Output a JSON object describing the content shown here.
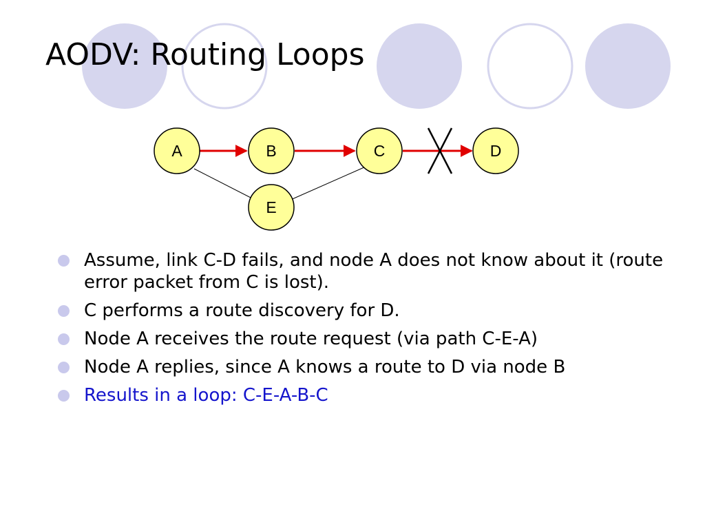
{
  "slide": {
    "title": "AODV: Routing Loops"
  },
  "diagram": {
    "nodes": [
      {
        "id": "A",
        "label": "A"
      },
      {
        "id": "B",
        "label": "B"
      },
      {
        "id": "C",
        "label": "C"
      },
      {
        "id": "D",
        "label": "D"
      },
      {
        "id": "E",
        "label": "E"
      }
    ],
    "edges": [
      {
        "from": "A",
        "to": "B",
        "kind": "route",
        "color": "#e00000"
      },
      {
        "from": "B",
        "to": "C",
        "kind": "route",
        "color": "#e00000"
      },
      {
        "from": "C",
        "to": "D",
        "kind": "route-broken",
        "color": "#e00000"
      },
      {
        "from": "A",
        "to": "E",
        "kind": "link",
        "color": "#000000"
      },
      {
        "from": "C",
        "to": "E",
        "kind": "link",
        "color": "#000000"
      }
    ],
    "broken_link_marker": "X",
    "node_fill": "#ffff99"
  },
  "bullets": [
    {
      "text": "Assume, link C-D fails, and node A does not know about it (route error packet from C is lost).",
      "highlight": false
    },
    {
      "text": "C performs a route discovery for D.",
      "highlight": false
    },
    {
      "text": "Node A receives the route request (via path C-E-A)",
      "highlight": false
    },
    {
      "text": "Node A replies, since A knows a route to D via node B",
      "highlight": false
    },
    {
      "text": "Results in a loop: C-E-A-B-C",
      "highlight": true
    }
  ],
  "colors": {
    "decor_fill": "#d6d6ee",
    "decor_stroke": "#d6d6ee",
    "bullet": "#c9c9ec",
    "highlight_text": "#1515cc"
  }
}
